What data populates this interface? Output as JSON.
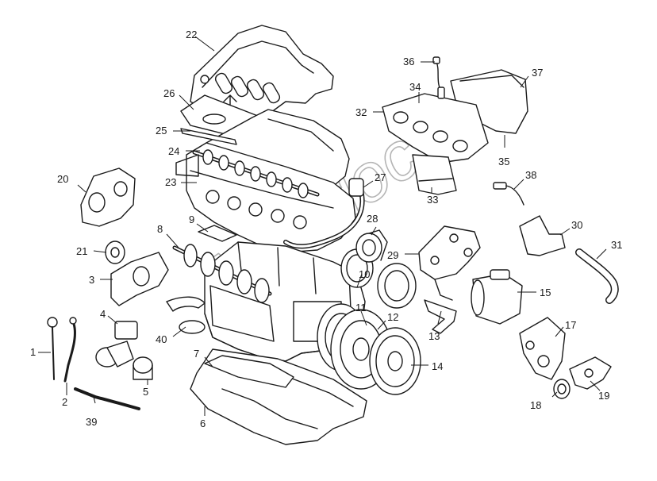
{
  "diagram": {
    "watermark": "Autodoc",
    "colors": {
      "line": "#1a1a1a",
      "fill": "#ffffff",
      "shade": "#d9d9d9",
      "watermark": "#c8c8c8"
    },
    "callouts": [
      {
        "id": "1",
        "part": "oil-dipstick"
      },
      {
        "id": "2",
        "part": "dipstick-tube"
      },
      {
        "id": "3",
        "part": "oil-pump"
      },
      {
        "id": "4",
        "part": "solenoid-valve"
      },
      {
        "id": "5",
        "part": "oil-filter"
      },
      {
        "id": "6",
        "part": "oil-pan"
      },
      {
        "id": "7",
        "part": "oil-pan-gasket"
      },
      {
        "id": "8",
        "part": "crankshaft"
      },
      {
        "id": "9",
        "part": "valve-cover-seal"
      },
      {
        "id": "10",
        "part": "o-ring"
      },
      {
        "id": "11",
        "part": "crankshaft-pulley"
      },
      {
        "id": "12",
        "part": "flywheel"
      },
      {
        "id": "13",
        "part": "coolant-pipe"
      },
      {
        "id": "14",
        "part": "clutch-plate"
      },
      {
        "id": "15",
        "part": "starter-motor"
      },
      {
        "id": "17",
        "part": "engine-mount-bracket"
      },
      {
        "id": "18",
        "part": "rubber-bushing"
      },
      {
        "id": "19",
        "part": "torque-link"
      },
      {
        "id": "20",
        "part": "timing-cover"
      },
      {
        "id": "21",
        "part": "tensioner-pulley"
      },
      {
        "id": "22",
        "part": "engine-cover"
      },
      {
        "id": "23",
        "part": "cylinder-head"
      },
      {
        "id": "24",
        "part": "camshaft"
      },
      {
        "id": "25",
        "part": "head-gasket-strip"
      },
      {
        "id": "26",
        "part": "cover-gasket"
      },
      {
        "id": "27",
        "part": "breather-hose"
      },
      {
        "id": "28",
        "part": "thermostat"
      },
      {
        "id": "29",
        "part": "thermostat-housing"
      },
      {
        "id": "30",
        "part": "water-outlet"
      },
      {
        "id": "31",
        "part": "radiator-hose"
      },
      {
        "id": "32",
        "part": "manifold-gasket"
      },
      {
        "id": "33",
        "part": "catalytic-converter"
      },
      {
        "id": "34",
        "part": "exhaust-manifold"
      },
      {
        "id": "35",
        "part": "manifold-stud"
      },
      {
        "id": "36",
        "part": "oxygen-sensor"
      },
      {
        "id": "37",
        "part": "heat-shield"
      },
      {
        "id": "38",
        "part": "temperature-sensor"
      },
      {
        "id": "39",
        "part": "oil-return-pipe"
      },
      {
        "id": "40",
        "part": "oil-pickup"
      }
    ]
  }
}
